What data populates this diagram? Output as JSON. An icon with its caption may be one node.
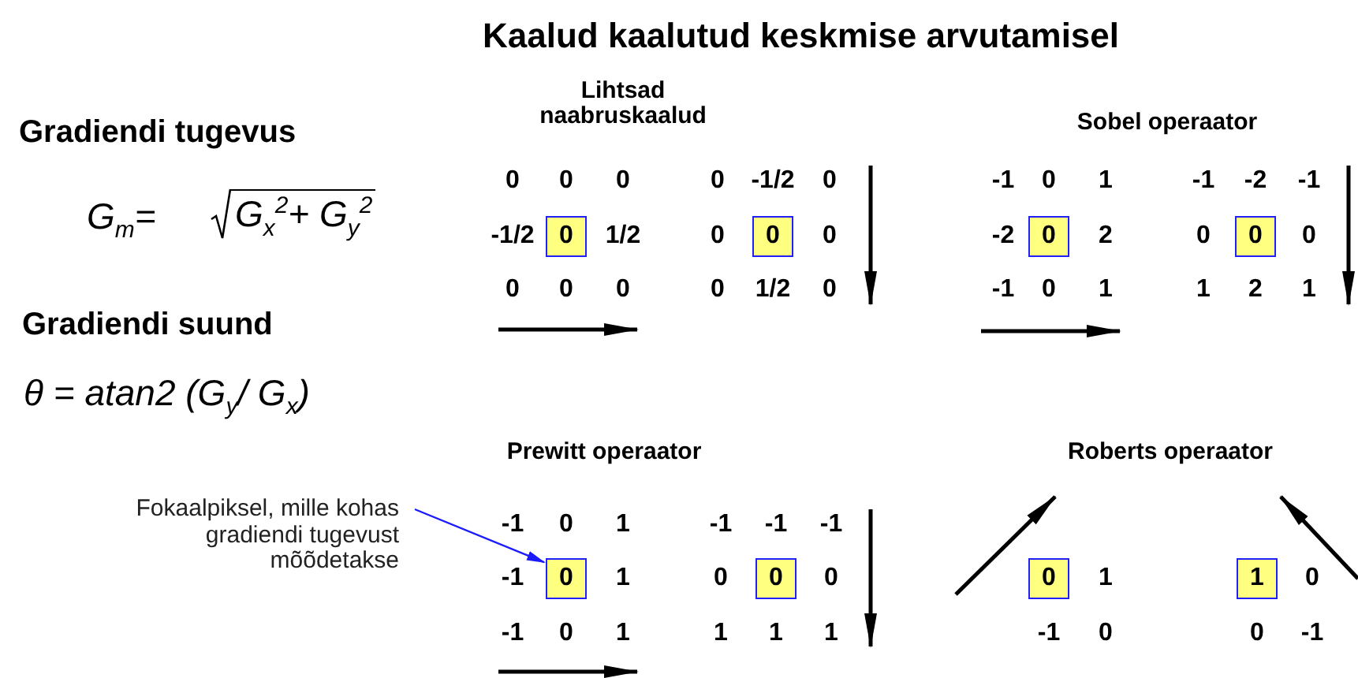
{
  "diagram": {
    "title": "Kaalud kaalutud keskmise arvutamisel",
    "nodes": [
      {
        "text": [
          "0"
        ]
      },
      {
        "text": [
          "0"
        ]
      },
      {
        "text": [
          "0"
        ]
      },
      {
        "text": [
          "0"
        ]
      },
      {
        "text": [
          "Fokaalpiksel, mille kohas gradiendi tugevust mõõdetakse"
        ]
      },
      {
        "text": [
          "0"
        ]
      },
      {
        "text": [
          "0"
        ]
      },
      {
        "text": [
          "0"
        ]
      },
      {
        "text": [
          "1"
        ]
      }
    ],
    "edges": [
      {
        "from": 4,
        "to": 5,
        "arrow": "to"
      }
    ],
    "labels": [
      "Gradiendi tugevus",
      "G$_{m}$=",
      "G$_{x}$$^{2}$+ G$_{y}$$^{2}$",
      "Gradiendi suund",
      "θ = atan2 (G$_{y}$/ G$_{x}$)",
      "Lihtsad naabruskaalud",
      "Sobel operaator",
      "0",
      "0",
      "0",
      "-1/2",
      "1/2",
      "0",
      "0",
      "0",
      "0",
      "-1/2",
      "0",
      "0",
      "0",
      "0",
      "1/2",
      "0",
      "-1",
      "0",
      "1",
      "-2",
      "2",
      "-1",
      "0",
      "1",
      "-1",
      "-2",
      "-1",
      "0",
      "0",
      "1",
      "2",
      "1",
      "Prewitt operaator",
      "Roberts operaator",
      "-1",
      "0",
      "1",
      "-1",
      "1",
      "-1",
      "0",
      "1",
      "-1",
      "-1",
      "-1",
      "0",
      "0",
      "1",
      "1",
      "1",
      "1",
      "-1",
      "0",
      "0",
      "0",
      "-1"
    ]
  }
}
